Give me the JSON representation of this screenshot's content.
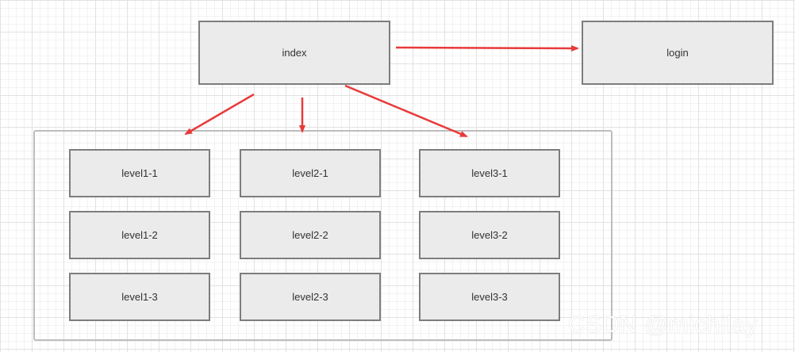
{
  "nodes": {
    "index": "index",
    "login": "login",
    "level1_1": "level1-1",
    "level1_2": "level1-2",
    "level1_3": "level1-3",
    "level2_1": "level2-1",
    "level2_2": "level2-2",
    "level2_3": "level2-3",
    "level3_1": "level3-1",
    "level3_2": "level3-2",
    "level3_3": "level3-3"
  },
  "watermark": "CSDN @michilay",
  "colors": {
    "node_fill": "#ebebeb",
    "node_border": "#7d7d7d",
    "group_border": "#bdbdbd",
    "arrow": "#e83a3a"
  }
}
